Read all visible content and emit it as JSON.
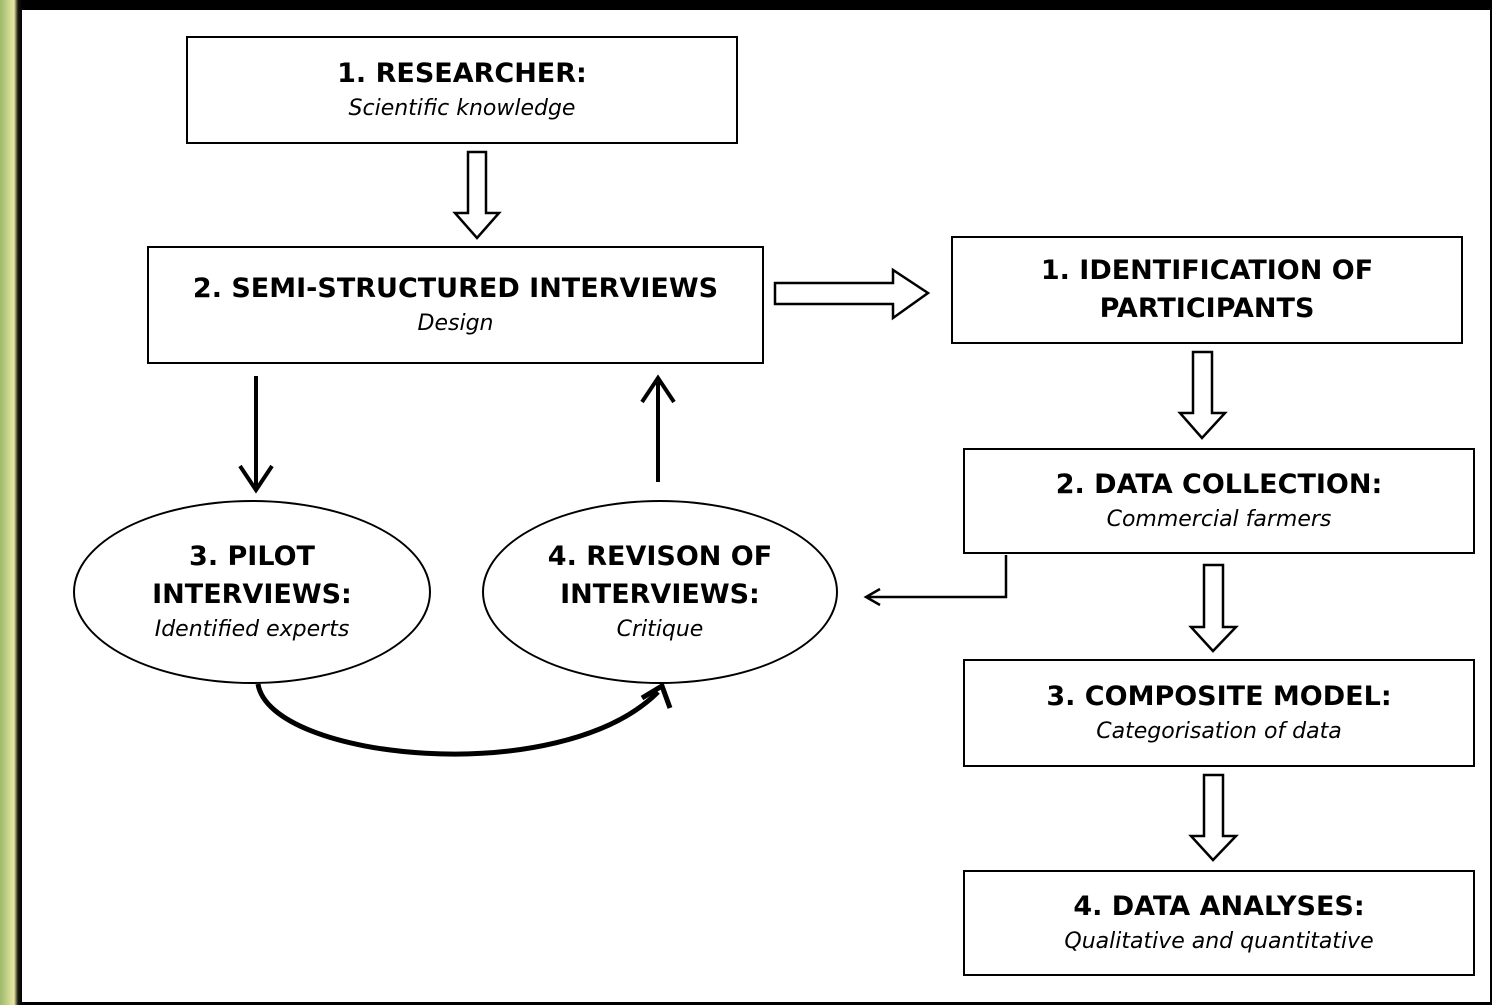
{
  "left_flow": {
    "researcher": {
      "title": "1. RESEARCHER:",
      "subtitle": "Scientific knowledge"
    },
    "semi_structured": {
      "title": "2. SEMI-STRUCTURED INTERVIEWS",
      "subtitle": "Design"
    },
    "pilot": {
      "title_line1": "3. PILOT",
      "title_line2": "INTERVIEWS:",
      "subtitle": "Identified experts"
    },
    "revision": {
      "title_line1": "4. REVISON OF",
      "title_line2": "INTERVIEWS:",
      "subtitle": "Critique"
    }
  },
  "right_flow": {
    "identification": {
      "title_line1": "1. IDENTIFICATION OF",
      "title_line2": "PARTICIPANTS"
    },
    "data_collection": {
      "title": "2. DATA COLLECTION:",
      "subtitle": "Commercial farmers"
    },
    "composite_model": {
      "title": "3. COMPOSITE MODEL:",
      "subtitle": "Categorisation of data"
    },
    "data_analyses": {
      "title": "4. DATA ANALYSES:",
      "subtitle": "Qualitative and quantitative"
    }
  }
}
